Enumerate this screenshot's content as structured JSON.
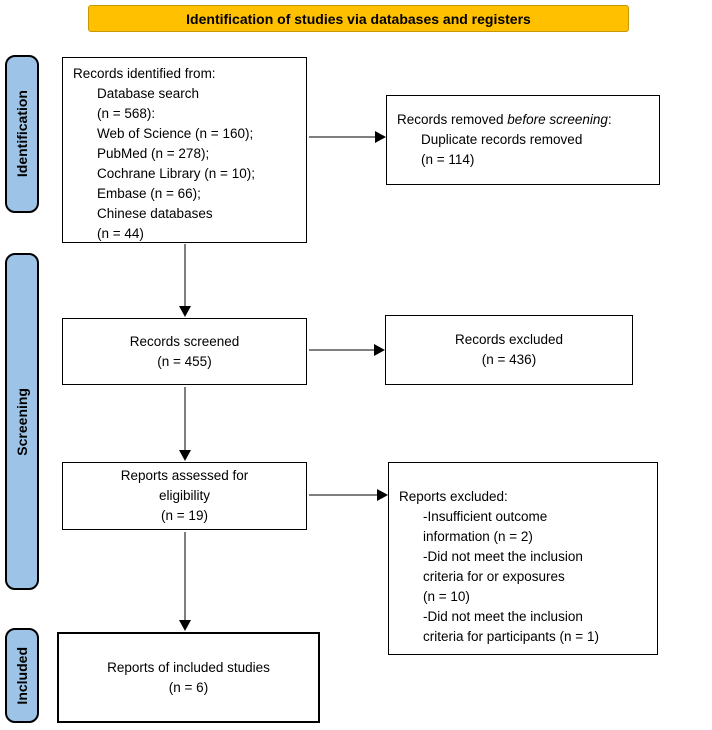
{
  "banner": {
    "label": "Identification of studies via databases and registers"
  },
  "stages": {
    "identification": "Identification",
    "screening": "Screening",
    "included": "Included"
  },
  "colors": {
    "banner_bg": "#FFC000",
    "stage_bg": "#9DC3E6",
    "box_border": "#000000",
    "arrow_line": "#7F7F7F",
    "arrow_head": "#000000"
  },
  "boxes": {
    "records_identified": {
      "lines": [
        "Records identified from:",
        "Database search",
        "(n = 568):",
        "Web of Science (n = 160);",
        "PubMed (n = 278);",
        "Cochrane Library (n = 10);",
        "Embase (n = 66);",
        "Chinese databases",
        "(n = 44)"
      ]
    },
    "records_removed": {
      "title_prefix": "Records removed ",
      "title_italic": "before screening",
      "title_suffix": ":",
      "lines": [
        "Duplicate records removed",
        "(n = 114)"
      ]
    },
    "records_screened": {
      "lines": [
        "Records screened",
        "(n = 455)"
      ]
    },
    "records_excluded": {
      "lines": [
        "Records excluded",
        "(n = 436)"
      ]
    },
    "reports_assessed": {
      "lines": [
        "Reports assessed for",
        "eligibility",
        "(n = 19)"
      ]
    },
    "reports_excluded": {
      "lines": [
        "Reports excluded:",
        "-Insufficient outcome",
        "information (n = 2)",
        "-Did not meet the inclusion",
        "criteria for or exposures",
        "(n = 10)",
        "-Did not meet the inclusion",
        "criteria for participants (n = 1)"
      ]
    },
    "reports_included": {
      "lines": [
        "Reports of included studies",
        "(n = 6)"
      ]
    }
  }
}
